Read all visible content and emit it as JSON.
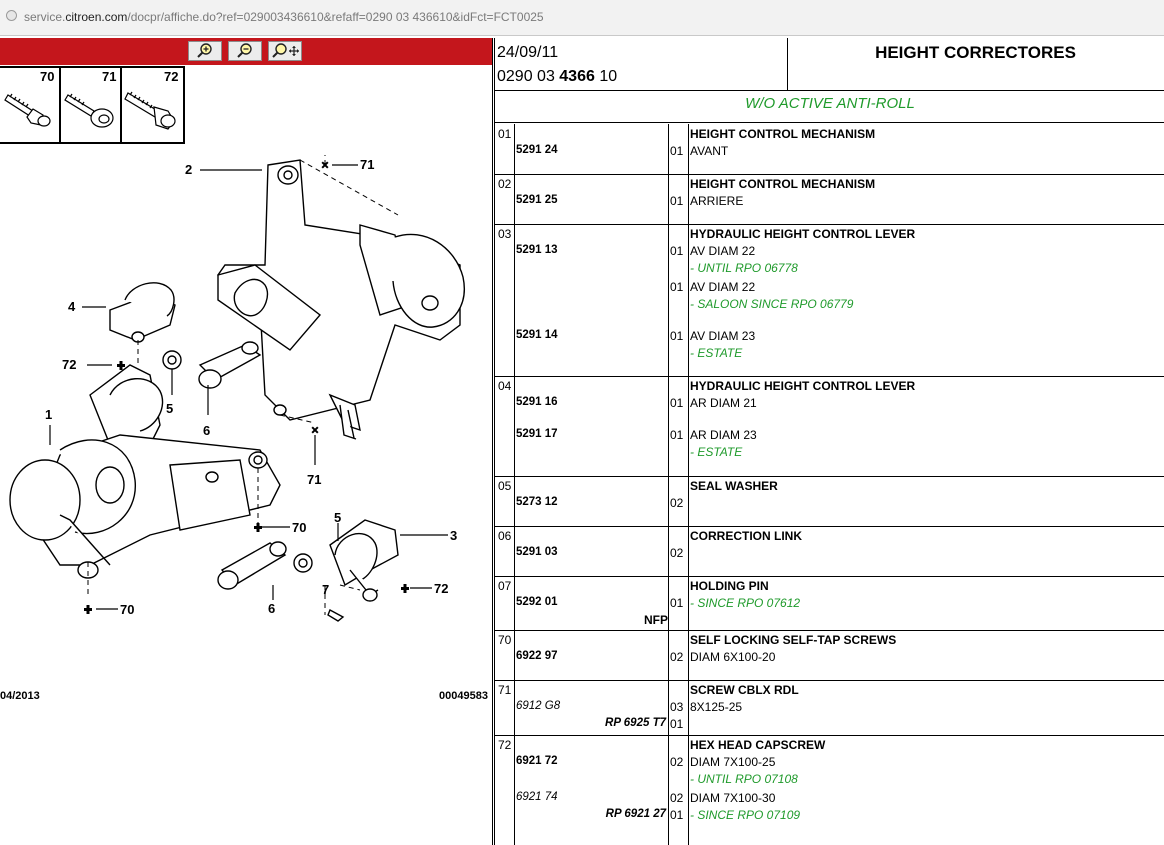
{
  "browser": {
    "url_prefix": "service.",
    "url_domain": "citroen.com",
    "url_path": "/docpr/affiche.do?ref=029003436610&refaff=0290 03 436610&idFct=FCT0025"
  },
  "diagram": {
    "toolbar": {
      "zoom_in_icon": "magnifier-plus",
      "zoom_out_icon": "magnifier-minus",
      "pan_icon": "magnifier-move"
    },
    "screw_labels": [
      "70",
      "71",
      "72"
    ],
    "callouts": {
      "c1": "1",
      "c2": "2",
      "c3": "3",
      "c4": "4",
      "c5a": "5",
      "c5b": "5",
      "c6a": "6",
      "c6b": "6",
      "c7": "7",
      "c70a": "70",
      "c70b": "70",
      "c71a": "71",
      "c71b": "71",
      "c72a": "72",
      "c72b": "72"
    },
    "footer_date": "04/2013",
    "footer_ref": "00049583"
  },
  "header": {
    "date": "24/09/11",
    "ref_part1": "0290 03 ",
    "ref_bold": "4366",
    "ref_part2": " 10",
    "title": "HEIGHT CORRECTORES",
    "variant": "W/O ACTIVE ANTI-ROLL"
  },
  "rows": [
    {
      "num": "01",
      "name": "HEIGHT CONTROL MECHANISM",
      "lines": [
        {
          "part": "5291 24",
          "qty": "01",
          "desc": "AVANT"
        }
      ]
    },
    {
      "num": "02",
      "name": "HEIGHT CONTROL MECHANISM",
      "lines": [
        {
          "part": "5291 25",
          "qty": "01",
          "desc": "ARRIERE"
        }
      ]
    },
    {
      "num": "03",
      "name": "HYDRAULIC HEIGHT CONTROL LEVER",
      "lines": [
        {
          "part": "5291 13",
          "qty": "01",
          "desc": "AV DIAM 22",
          "note": "- UNTIL RPO 06778"
        },
        {
          "qty": "01",
          "desc": "AV DIAM 22",
          "note": "- SALOON SINCE RPO 06779"
        },
        {
          "part": "5291 14",
          "qty": "01",
          "desc": "AV DIAM 23",
          "note": "- ESTATE"
        }
      ]
    },
    {
      "num": "04",
      "name": "HYDRAULIC HEIGHT CONTROL LEVER",
      "lines": [
        {
          "part": "5291 16",
          "qty": "01",
          "desc": "AR DIAM 21"
        },
        {
          "part": "5291 17",
          "qty": "01",
          "desc": "AR DIAM 23",
          "note": "- ESTATE"
        }
      ]
    },
    {
      "num": "05",
      "name": "SEAL WASHER",
      "lines": [
        {
          "part": "5273 12",
          "qty": "02"
        }
      ]
    },
    {
      "num": "06",
      "name": "CORRECTION LINK",
      "lines": [
        {
          "part": "5291 03",
          "qty": "02"
        }
      ]
    },
    {
      "num": "07",
      "name": "HOLDING PIN",
      "flag": "NFP",
      "lines": [
        {
          "part": "5292 01",
          "qty": "01",
          "note": "- SINCE RPO 07612"
        }
      ]
    },
    {
      "num": "70",
      "name": "SELF LOCKING SELF-TAP SCREWS",
      "lines": [
        {
          "part": "6922 97",
          "qty": "02",
          "desc": "DIAM 6X100-20"
        }
      ]
    },
    {
      "num": "71",
      "name": "SCREW CBLX RDL",
      "lines": [
        {
          "part": "6912 G8",
          "part_italic": true,
          "qty": "03",
          "desc": "8X125-25"
        },
        {
          "replacement": "RP 6925 T7",
          "qty": "01"
        }
      ]
    },
    {
      "num": "72",
      "name": "HEX HEAD CAPSCREW",
      "lines": [
        {
          "part": "6921 72",
          "qty": "02",
          "desc": "DIAM 7X100-25",
          "note": "- UNTIL RPO 07108"
        },
        {
          "part": "6921 74",
          "part_italic": true,
          "qty": "02",
          "desc": "DIAM 7X100-30"
        },
        {
          "replacement": "RP 6921 27",
          "qty": "01",
          "note": "- SINCE RPO 07109"
        }
      ]
    }
  ],
  "colors": {
    "toolbar_red": "#c4161c",
    "note_green": "#1f9a2b"
  }
}
